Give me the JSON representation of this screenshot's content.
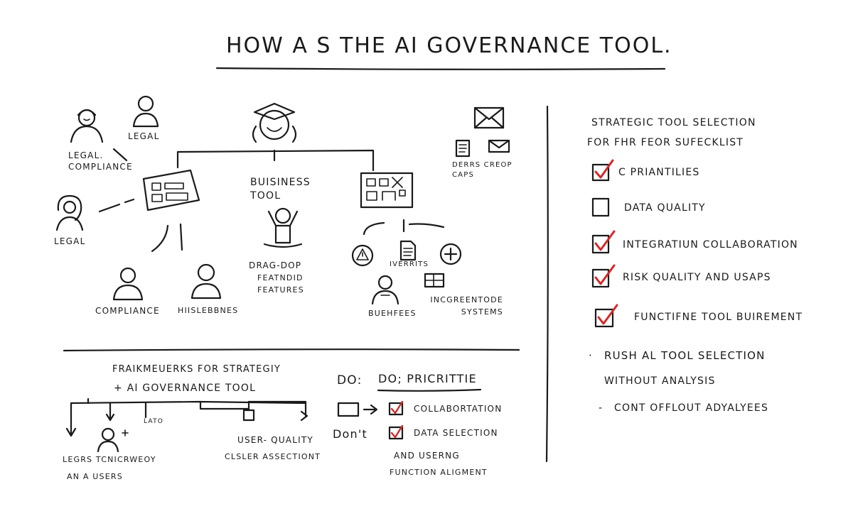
{
  "header": {
    "title": "How a s the AI Governance Tool."
  },
  "diagram": {
    "left_group": {
      "label_legal_top": "Legal",
      "label_legal_compliance": "Legal. Compliance",
      "label_legal_side": "Legal",
      "label_compliance": "Compliance",
      "label_stakeholders": "HIISLEBBNES"
    },
    "center_group": {
      "business_tool": "Buisiness Tool",
      "drag_drop": [
        "Drag-Dop",
        "Featndid",
        "Features"
      ]
    },
    "right_group": {
      "caps": "Derrs Creop Caps",
      "oversight": "Iverrits",
      "bus_fees": "Buehfees",
      "integrate_systems": "Incgreentode Systems"
    }
  },
  "frameworks": {
    "title_line1": "Fraikmeuerks for Strategiy",
    "title_line2": "+ AI Governance Tool",
    "branch_label": "Lato",
    "left_caption_line1": "Legrs Tcnicrweoy",
    "left_caption_line2": "an a users",
    "mid_caption_line1": "User- quality",
    "mid_caption_line2": "Clsler assectiont"
  },
  "do_dont": {
    "do_prefix": "Do:",
    "do_title": "Do; Pricrittie",
    "dont_label": "Don't",
    "do_items": [
      "Collabortation",
      "Data Selection"
    ],
    "extra_lines": [
      "and userng",
      "Function aligment"
    ]
  },
  "checklist": {
    "title_line1": "Strategic Tool Selection",
    "title_line2": "for fhr feor Sufecklist",
    "items": [
      {
        "label": "C Priantilies",
        "checked": true
      },
      {
        "label": "Data Quality",
        "checked": false
      },
      {
        "label": "Integratiun Collaboration",
        "checked": true
      },
      {
        "label": "Risk quality and usaps",
        "checked": true
      },
      {
        "label": "Functifne Tool Buirement",
        "checked": true
      }
    ],
    "donts": [
      {
        "bullet": "·",
        "line1": "Rush AL Tool Selection",
        "line2": "without analysis"
      },
      {
        "bullet": "-",
        "line1": "Cont offlout Adyalyees",
        "line2": ""
      }
    ]
  },
  "colors": {
    "ink": "#1a1a1a",
    "check_red": "#d62828",
    "background": "#ffffff"
  }
}
